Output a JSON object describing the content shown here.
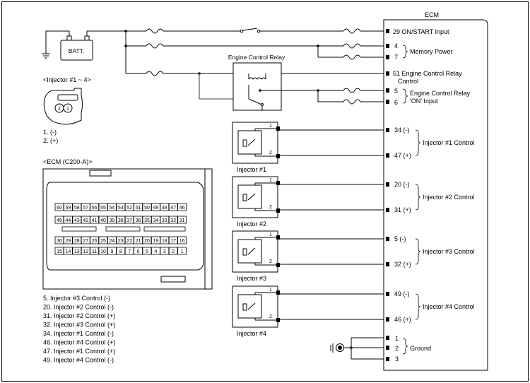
{
  "ecm": {
    "title": "ECM",
    "inputs": [
      {
        "pin": "29",
        "label": "ON/START Input"
      },
      {
        "pin": "4",
        "label": ""
      },
      {
        "pin": "7",
        "label": ""
      },
      {
        "pin": "51",
        "label": "Engine Control Relay"
      },
      {
        "pin": "5",
        "label": ""
      },
      {
        "pin": "6",
        "label": ""
      }
    ],
    "memory_power": "Memory Power",
    "ecr_control_line2": "Control",
    "ecr_on_line1": "Engine Control Relay",
    "ecr_on_line2": "'ON' Input",
    "injector_groups": [
      {
        "pin_neg": "34 (-)",
        "pin_pos": "47 (+)",
        "label": "Injector #1 Control"
      },
      {
        "pin_neg": "20 (-)",
        "pin_pos": "31 (+)",
        "label": "Injector #2 Control"
      },
      {
        "pin_neg": "5 (-)",
        "pin_pos": "32 (+)",
        "label": "Injector #3 Control"
      },
      {
        "pin_neg": "49 (-)",
        "pin_pos": "46 (+)",
        "label": "Injector #4 Control"
      }
    ],
    "ground_pins": [
      "1",
      "2",
      "3"
    ],
    "ground_label": "Ground"
  },
  "battery_label": "BATT.",
  "relay_label": "Engine Control Relay",
  "injector_names": [
    "Injector #1",
    "Injector #2",
    "Injector #3",
    "Injector #4"
  ],
  "injector_pins": [
    "1",
    "2"
  ],
  "injector_connector": {
    "title": "<Injector #1 ~ 4>",
    "pins": [
      "2",
      "1"
    ],
    "legend": [
      "1. (-)",
      "2. (+)"
    ]
  },
  "ecm_connector": {
    "title": "<ECM (C200-A)>",
    "rows": [
      [
        "60",
        "59",
        "58",
        "57",
        "56",
        "55",
        "54",
        "53",
        "52",
        "51",
        "50",
        "49",
        "48",
        "47",
        "46"
      ],
      [
        "45",
        "44",
        "43",
        "42",
        "41",
        "40",
        "39",
        "38",
        "37",
        "36",
        "35",
        "34",
        "33",
        "32",
        "31"
      ],
      [
        "30",
        "29",
        "28",
        "27",
        "26",
        "25",
        "24",
        "23",
        "22",
        "21",
        "20",
        "19",
        "18",
        "17",
        "16"
      ],
      [
        "15",
        "14",
        "13",
        "12",
        "11",
        "10",
        "9",
        "8",
        "7",
        "6",
        "5",
        "4",
        "3",
        "2",
        "1"
      ]
    ],
    "legend": [
      "5. Injector #3 Control (-)",
      "20. Injector #2 Control (-)",
      "31. Injector #2 Control (+)",
      "32. Injector #3 Control (+)",
      "34. Injector #1 Control (-)",
      "46. Injector #4 Control (+)",
      "47. Injector #1 Control (+)",
      "49. Injector #4 Control (-)"
    ]
  }
}
